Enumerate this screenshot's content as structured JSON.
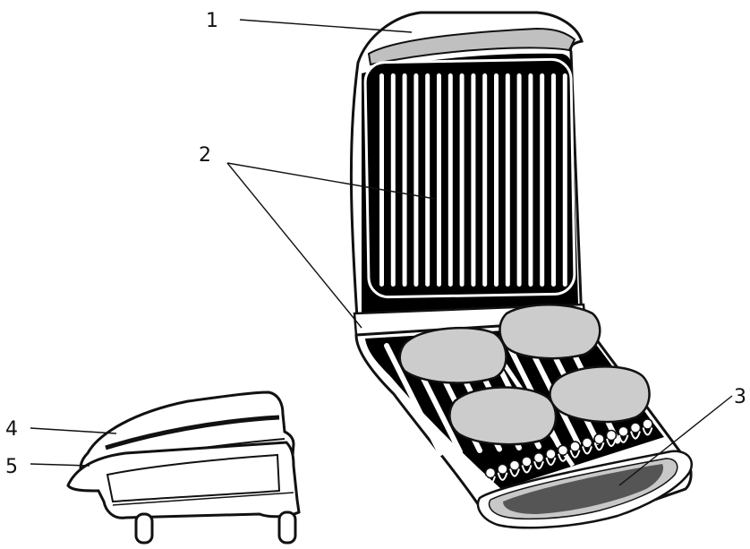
{
  "callouts": [
    {
      "id": "1",
      "text": "1"
    },
    {
      "id": "2",
      "text": "2"
    },
    {
      "id": "3",
      "text": "3"
    },
    {
      "id": "4",
      "text": "4"
    },
    {
      "id": "5",
      "text": "5"
    }
  ],
  "colors": {
    "outline": "#111111",
    "plate_dark": "#000000",
    "food": "#cccccc",
    "light_gray": "#c0c0c0",
    "body": "#ffffff"
  }
}
